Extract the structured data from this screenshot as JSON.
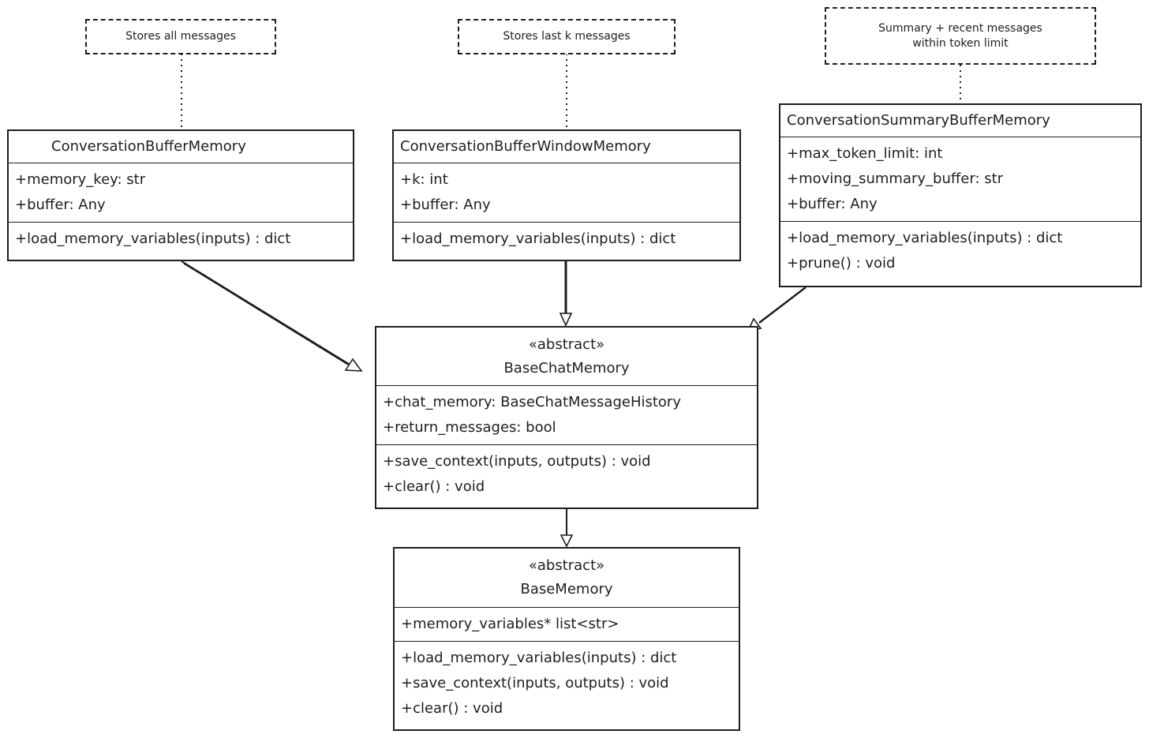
{
  "notes": {
    "buffer": "Stores all messages",
    "window": "Stores last k messages",
    "summary": "Summary + recent messages\nwithin token limit"
  },
  "classes": {
    "conversation_buffer_memory": {
      "name": "ConversationBufferMemory",
      "attributes": [
        "+memory_key: str",
        "+buffer: Any"
      ],
      "methods": [
        "+load_memory_variables(inputs) : dict"
      ]
    },
    "conversation_buffer_window_memory": {
      "name": "ConversationBufferWindowMemory",
      "attributes": [
        "+k: int",
        "+buffer: Any"
      ],
      "methods": [
        "+load_memory_variables(inputs) : dict"
      ]
    },
    "conversation_summary_buffer_memory": {
      "name": "ConversationSummaryBufferMemory",
      "attributes": [
        "+max_token_limit: int",
        "+moving_summary_buffer: str",
        "+buffer: Any"
      ],
      "methods": [
        "+load_memory_variables(inputs) : dict",
        "+prune() : void"
      ]
    },
    "base_chat_memory": {
      "stereotype": "«abstract»",
      "name": "BaseChatMemory",
      "attributes": [
        "+chat_memory: BaseChatMessageHistory",
        "+return_messages: bool"
      ],
      "methods": [
        "+save_context(inputs, outputs) : void",
        "+clear() : void"
      ]
    },
    "base_memory": {
      "stereotype": "«abstract»",
      "name": "BaseMemory",
      "attributes": [
        "+memory_variables* list<str>"
      ],
      "methods": [
        "+load_memory_variables(inputs) : dict",
        "+save_context(inputs, outputs) : void",
        "+clear() : void"
      ]
    }
  },
  "relationships": [
    {
      "from": "ConversationBufferMemory",
      "to": "BaseChatMemory",
      "type": "inheritance"
    },
    {
      "from": "ConversationBufferWindowMemory",
      "to": "BaseChatMemory",
      "type": "inheritance"
    },
    {
      "from": "ConversationSummaryBufferMemory",
      "to": "BaseChatMemory",
      "type": "inheritance"
    },
    {
      "from": "BaseChatMemory",
      "to": "BaseMemory",
      "type": "inheritance"
    }
  ],
  "colors": {
    "stroke": "#1e1e1e",
    "background": "#ffffff"
  }
}
